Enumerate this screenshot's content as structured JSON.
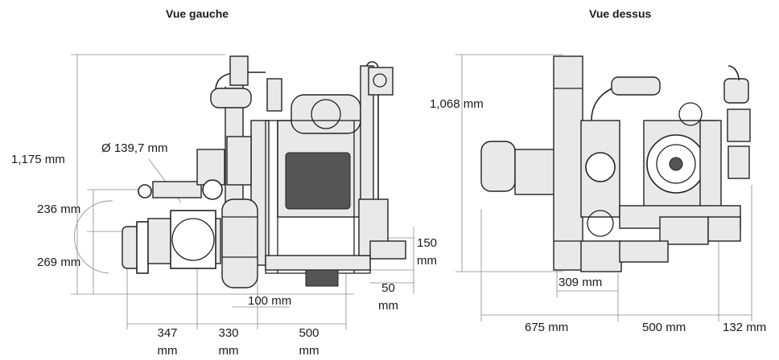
{
  "left_view": {
    "title": "Vue gauche",
    "labels": {
      "height_total": "1,175 mm",
      "diameter": "Ø 139,7 mm",
      "h236": "236 mm",
      "h269": "269 mm",
      "h150_a": "150",
      "h150_b": "mm",
      "h50_a": "50",
      "h50_b": "mm",
      "w100": "100 mm",
      "w347_a": "347",
      "w347_b": "mm",
      "w330_a": "330",
      "w330_b": "mm",
      "w500_a": "500",
      "w500_b": "mm"
    }
  },
  "top_view": {
    "title": "Vue dessus",
    "labels": {
      "depth_total": "1,068 mm",
      "w309": "309 mm",
      "w675": "675 mm",
      "w500": "500 mm",
      "w132": "132 mm"
    }
  }
}
